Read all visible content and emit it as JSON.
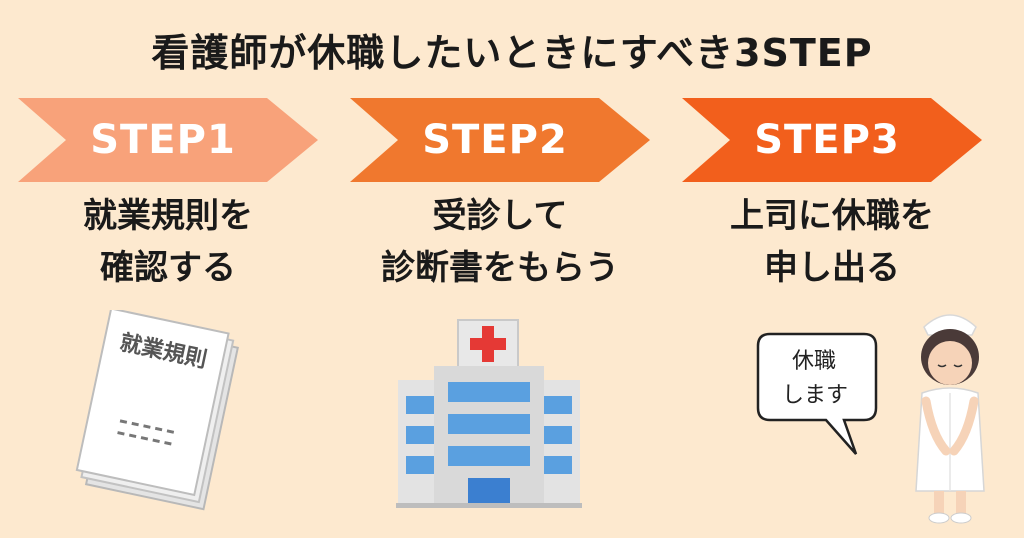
{
  "title": "看護師が休職したいときにすべき3STEP",
  "steps": [
    {
      "label": "STEP1",
      "line1": "就業規則を",
      "line2": "確認する",
      "color": "#f8a27a"
    },
    {
      "label": "STEP2",
      "line1": "受診して",
      "line2": "診断書をもらう",
      "color": "#f0782e"
    },
    {
      "label": "STEP3",
      "line1": "上司に休職を",
      "line2": "申し出る",
      "color": "#f25f1c"
    }
  ],
  "illustrations": {
    "book_title": "就業規則",
    "bubble_line1": "休職",
    "bubble_line2": "します"
  }
}
